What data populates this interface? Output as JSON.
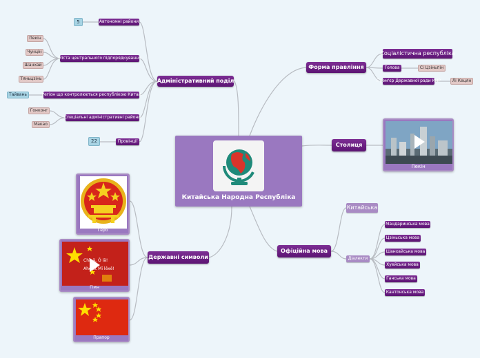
{
  "central": {
    "title": "Китайська Народна Республіка",
    "icon": "globe-icon"
  },
  "branches": {
    "admin": {
      "label": "Адміністративний поділ",
      "autonomous": {
        "label": "Автономні райони",
        "count": "5"
      },
      "municipalities": {
        "label": "Міста центрального підпорядкування",
        "items": [
          "Пекін",
          "Чунцін",
          "Шанхай",
          "Тяньцзінь"
        ]
      },
      "taiwan": {
        "label": "Регіон що контролюється республікою Китай",
        "leaf": "Тайвань"
      },
      "sar": {
        "label": "Спеціальні адміністративні райони",
        "items": [
          "Гонконг",
          "Макао"
        ]
      },
      "provinces": {
        "label": "Провінції",
        "count": "22"
      }
    },
    "symbols": {
      "label": "Державні символи",
      "emblem": "Герб",
      "anthem": "Гімн",
      "anthem_lines": [
        "Chīnā, Ō lā!",
        "Ahǒiōt Mī lěxē!"
      ],
      "flag": "Прапор"
    },
    "government": {
      "label": "Форма правління",
      "type": "Соціалістична республіка",
      "head_label": "Голова",
      "head_name": "Сі Цзіньпін",
      "premier_label": "Прем'єр Державної ради КНР",
      "premier_name": "Лі Кецян"
    },
    "capital": {
      "label": "Столиця",
      "city": "Пекін"
    },
    "language": {
      "label": "Офіційна мова",
      "main": "Китайська",
      "dialects_label": "Діалекти",
      "dialects": [
        "Мандаринська мова",
        "Цзіньська мова",
        "Шанхайська мова",
        "Хуейська мова",
        "Ганська мова",
        "Кантонська мова"
      ]
    }
  },
  "colors": {
    "branch": "#6a1f83",
    "central": "#9a78c0",
    "leaf": "#e2c8c6",
    "count": "#a8d4e4",
    "link": "#b5b9bf",
    "flag_red": "#de2910",
    "star": "#ffde00"
  }
}
